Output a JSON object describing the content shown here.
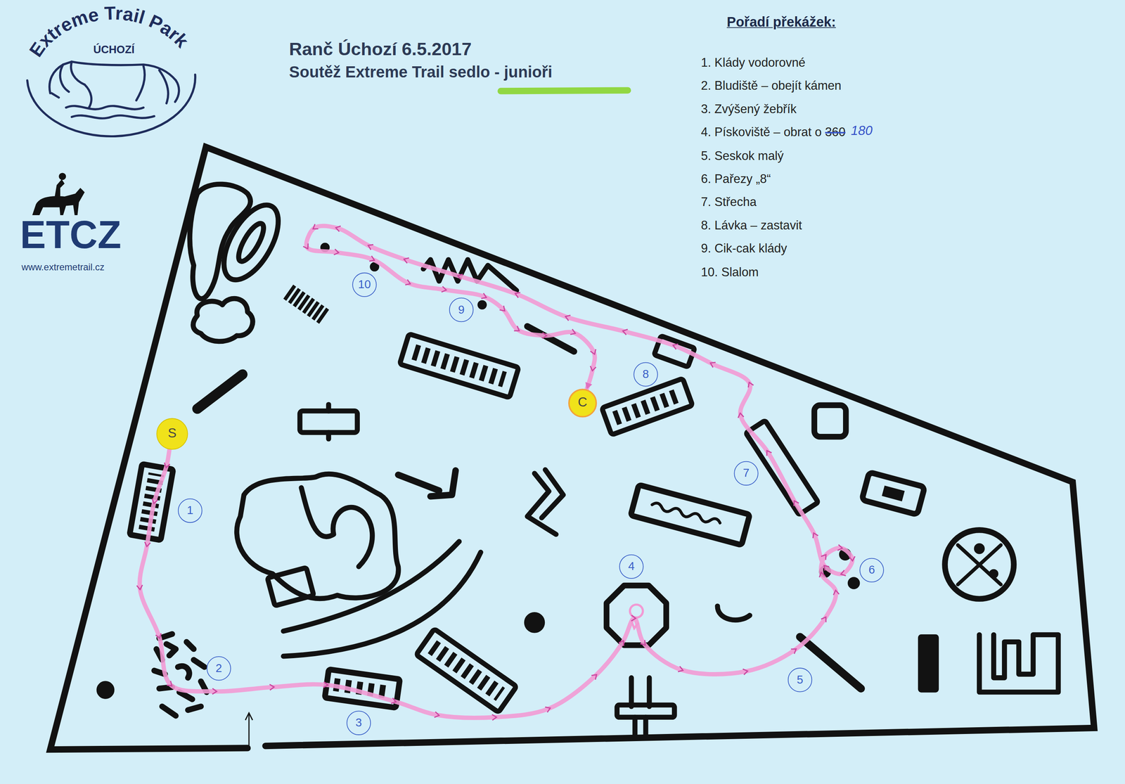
{
  "diagram": {
    "title": "Ranč Úchozí 6.5.2017",
    "nodes": [
      {
        "text": [
          "10"
        ]
      },
      {
        "text": [
          "9"
        ]
      },
      {
        "text": [
          "8"
        ]
      },
      {
        "text": [
          "C"
        ]
      },
      {
        "text": [
          "S"
        ]
      },
      {
        "text": [
          "7"
        ]
      },
      {
        "text": [
          "1"
        ]
      },
      {
        "text": [
          "6"
        ]
      },
      {
        "text": [
          "4"
        ]
      },
      {
        "text": [
          "2"
        ]
      },
      {
        "text": [
          "5"
        ]
      },
      {
        "text": [
          "3"
        ]
      }
    ],
    "edges": [
      {
        "from": 4,
        "to": 3,
        "arrow": "to"
      }
    ],
    "labels": [
      "Extreme Trail Park",
      "ÚCHOZÍ",
      "ETCZ",
      "www.extremetrail.cz",
      "Soutěž Extreme Trail sedlo - junioři",
      "Pořadí překážek:",
      "1. Klády vodorovné",
      "2. Bludiště – obejít kámen",
      "3. Zvýšený žebřík",
      "4. Pískoviště – obrat o",
      "360",
      "180",
      "5. Seskok malý",
      "6. Pařezy „8“",
      "7. Střecha",
      "8. Lávka – zastavit",
      "9. Cik-cak klády",
      "10. Slalom"
    ]
  }
}
